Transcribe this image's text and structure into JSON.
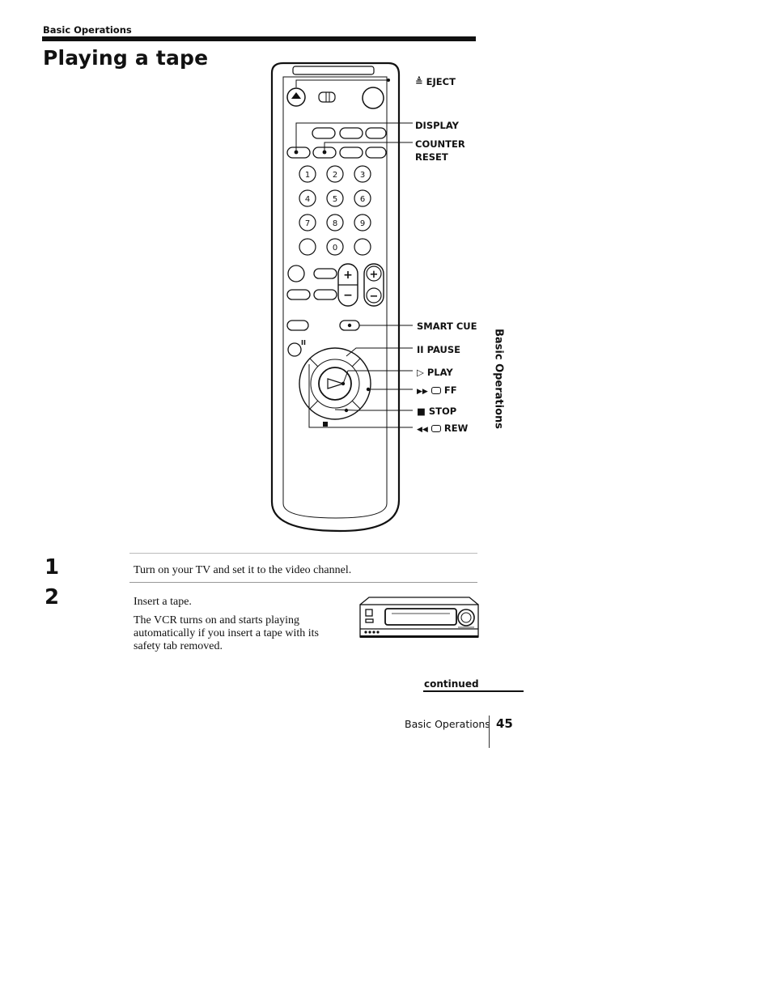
{
  "header": {
    "section_label": "Basic Operations"
  },
  "page_title": "Playing a tape",
  "remote_callouts": {
    "eject": {
      "glyph": "≜",
      "label": "EJECT"
    },
    "display": {
      "label": "DISPLAY"
    },
    "counter_reset": {
      "line1": "COUNTER",
      "line2": "RESET"
    },
    "smart_cue": {
      "label": "SMART CUE"
    },
    "pause": {
      "glyph": "II",
      "label": "PAUSE"
    },
    "play": {
      "glyph": "▷",
      "label": "PLAY"
    },
    "ff": {
      "glyph": "▶▶",
      "label": "FF"
    },
    "stop": {
      "glyph": "■",
      "label": "STOP"
    },
    "rew": {
      "glyph": "◀◀",
      "label": "REW"
    }
  },
  "remote_keys": {
    "numbers": [
      "1",
      "2",
      "3",
      "4",
      "5",
      "6",
      "7",
      "8",
      "9",
      "0"
    ],
    "channel_plus": "+",
    "channel_minus": "−",
    "pause_mark": "II"
  },
  "side_tab": "Basic Operations",
  "steps": [
    {
      "number": "1",
      "text": "Turn on your TV and set it to the video channel."
    },
    {
      "number": "2",
      "text": "Insert a tape.",
      "note": "The VCR turns on and starts playing automatically if you insert a tape with its safety tab removed."
    }
  ],
  "continued_label": "continued",
  "footer": {
    "section": "Basic Operations",
    "page_number": "45"
  }
}
